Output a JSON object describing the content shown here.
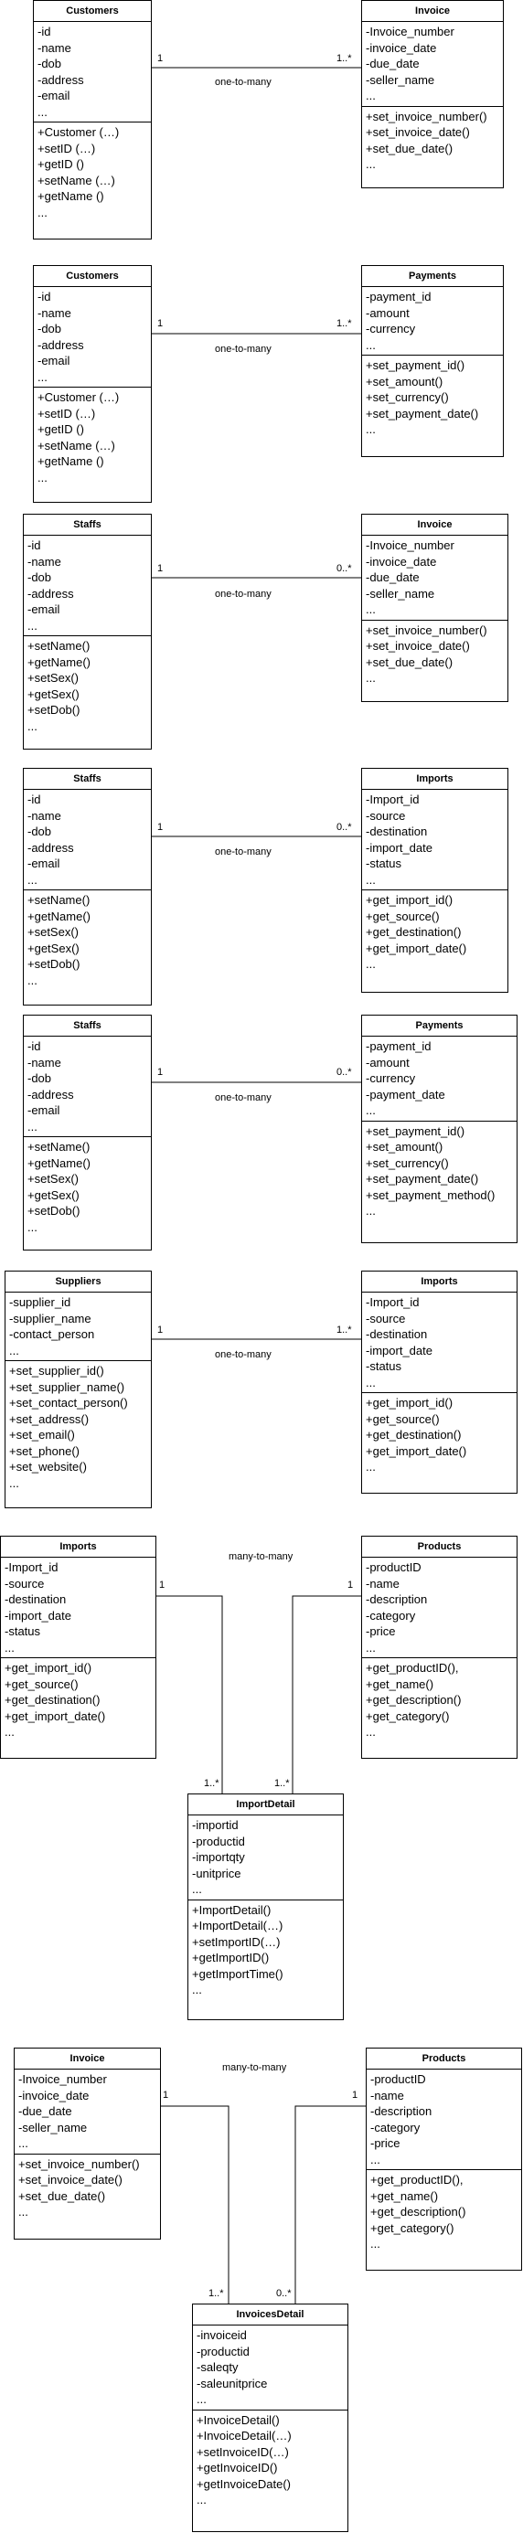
{
  "classes": {
    "customers1": {
      "title": "Customers",
      "attributes": [
        "-id",
        "-name",
        "-dob",
        "-address",
        "-email",
        "..."
      ],
      "methods": [
        "+Customer (…)",
        "+setID (…)",
        "+getID ()",
        "+setName (…)",
        "+getName ()",
        "..."
      ]
    },
    "invoice1": {
      "title": "Invoice",
      "attributes": [
        "-Invoice_number",
        "-invoice_date",
        "-due_date",
        "-seller_name",
        "..."
      ],
      "methods": [
        "+set_invoice_number()",
        "+set_invoice_date()",
        "+set_due_date()",
        "..."
      ]
    },
    "customers2": {
      "title": "Customers",
      "attributes": [
        "-id",
        "-name",
        "-dob",
        "-address",
        "-email",
        "..."
      ],
      "methods": [
        "+Customer (…)",
        "+setID (…)",
        "+getID ()",
        "+setName (…)",
        "+getName ()",
        "..."
      ]
    },
    "payments1": {
      "title": "Payments",
      "attributes": [
        "-payment_id",
        "-amount",
        "-currency",
        "..."
      ],
      "methods": [
        "+set_payment_id()",
        "+set_amount()",
        "+set_currency()",
        "+set_payment_date()",
        "..."
      ]
    },
    "staffs1": {
      "title": "Staffs",
      "attributes": [
        "-id",
        "-name",
        "-dob",
        "-address",
        "-email",
        "..."
      ],
      "methods": [
        "+setName()",
        "+getName()",
        "+setSex()",
        "+getSex()",
        "+setDob()",
        "..."
      ]
    },
    "invoice2": {
      "title": "Invoice",
      "attributes": [
        "-Invoice_number",
        "-invoice_date",
        "-due_date",
        "-seller_name",
        "..."
      ],
      "methods": [
        "+set_invoice_number()",
        "+set_invoice_date()",
        "+set_due_date()",
        "..."
      ]
    },
    "staffs2": {
      "title": "Staffs",
      "attributes": [
        "-id",
        "-name",
        "-dob",
        "-address",
        "-email",
        "..."
      ],
      "methods": [
        "+setName()",
        "+getName()",
        "+setSex()",
        "+getSex()",
        "+setDob()",
        "..."
      ]
    },
    "imports1": {
      "title": "Imports",
      "attributes": [
        "-Import_id",
        "-source",
        "-destination",
        "-import_date",
        "-status",
        "..."
      ],
      "methods": [
        "+get_import_id()",
        "+get_source()",
        "+get_destination()",
        "+get_import_date()",
        "..."
      ]
    },
    "staffs3": {
      "title": "Staffs",
      "attributes": [
        "-id",
        "-name",
        "-dob",
        "-address",
        "-email",
        "..."
      ],
      "methods": [
        "+setName()",
        "+getName()",
        "+setSex()",
        "+getSex()",
        "+setDob()",
        "..."
      ]
    },
    "payments2": {
      "title": "Payments",
      "attributes": [
        "-payment_id",
        "-amount",
        "-currency",
        "-payment_date",
        "..."
      ],
      "methods": [
        "+set_payment_id()",
        "+set_amount()",
        "+set_currency()",
        "+set_payment_date()",
        "+set_payment_method()",
        "..."
      ]
    },
    "suppliers": {
      "title": "Suppliers",
      "attributes": [
        "-supplier_id",
        "-supplier_name",
        "-contact_person",
        "..."
      ],
      "methods": [
        "+set_supplier_id()",
        "+set_supplier_name()",
        "+set_contact_person()",
        "+set_address()",
        "+set_email()",
        "+set_phone()",
        "+set_website()",
        "..."
      ]
    },
    "imports2": {
      "title": "Imports",
      "attributes": [
        "-Import_id",
        "-source",
        "-destination",
        "-import_date",
        "-status",
        "..."
      ],
      "methods": [
        "+get_import_id()",
        "+get_source()",
        "+get_destination()",
        "+get_import_date()",
        "..."
      ]
    },
    "imports3": {
      "title": "Imports",
      "attributes": [
        "-Import_id",
        "-source",
        "-destination",
        "-import_date",
        "-status",
        "..."
      ],
      "methods": [
        "+get_import_id()",
        "+get_source()",
        "+get_destination()",
        "+get_import_date()",
        "..."
      ]
    },
    "products1": {
      "title": "Products",
      "attributes": [
        "-productID",
        "-name",
        "-description",
        "-category",
        "-price",
        "..."
      ],
      "methods": [
        "+get_productID(),",
        "+get_name()",
        "+get_description()",
        "+get_category()",
        "..."
      ]
    },
    "importdetail": {
      "title": "ImportDetail",
      "attributes": [
        "-importid",
        "-productid",
        "-importqty",
        "-unitprice",
        "..."
      ],
      "methods": [
        "+ImportDetail()",
        "+ImportDetail(…)",
        "+setImportID(…)",
        "+getImportID()",
        "+getImportTime()",
        "..."
      ]
    },
    "invoice3": {
      "title": "Invoice",
      "attributes": [
        "-Invoice_number",
        "-invoice_date",
        "-due_date",
        "-seller_name",
        "..."
      ],
      "methods": [
        "+set_invoice_number()",
        "+set_invoice_date()",
        "+set_due_date()",
        "..."
      ]
    },
    "products2": {
      "title": "Products",
      "attributes": [
        "-productID",
        "-name",
        "-description",
        "-category",
        "-price",
        "..."
      ],
      "methods": [
        "+get_productID(),",
        "+get_name()",
        "+get_description()",
        "+get_category()",
        "..."
      ]
    },
    "invoicesdetail": {
      "title": "InvoicesDetail",
      "attributes": [
        "-invoiceid",
        "-productid",
        "-saleqty",
        "-saleunitprice",
        "..."
      ],
      "methods": [
        "+InvoiceDetail()",
        "+InvoiceDetail(…)",
        "+setInvoiceID(…)",
        "+getInvoiceID()",
        "+getInvoiceDate()",
        "..."
      ]
    }
  },
  "relations": [
    {
      "label": "one-to-many",
      "src_mult": "1",
      "dst_mult": "1..*"
    },
    {
      "label": "one-to-many",
      "src_mult": "1",
      "dst_mult": "1..*"
    },
    {
      "label": "one-to-many",
      "src_mult": "1",
      "dst_mult": "0..*"
    },
    {
      "label": "one-to-many",
      "src_mult": "1",
      "dst_mult": "0..*"
    },
    {
      "label": "one-to-many",
      "src_mult": "1",
      "dst_mult": "0..*"
    },
    {
      "label": "one-to-many",
      "src_mult": "1",
      "dst_mult": "1..*"
    },
    {
      "label": "many-to-many",
      "left_mult": "1",
      "right_mult": "1",
      "left_detail_mult": "1..*",
      "right_detail_mult": "1..*"
    },
    {
      "label": "many-to-many",
      "left_mult": "1",
      "right_mult": "1",
      "left_detail_mult": "1..*",
      "right_detail_mult": "0..*"
    }
  ]
}
